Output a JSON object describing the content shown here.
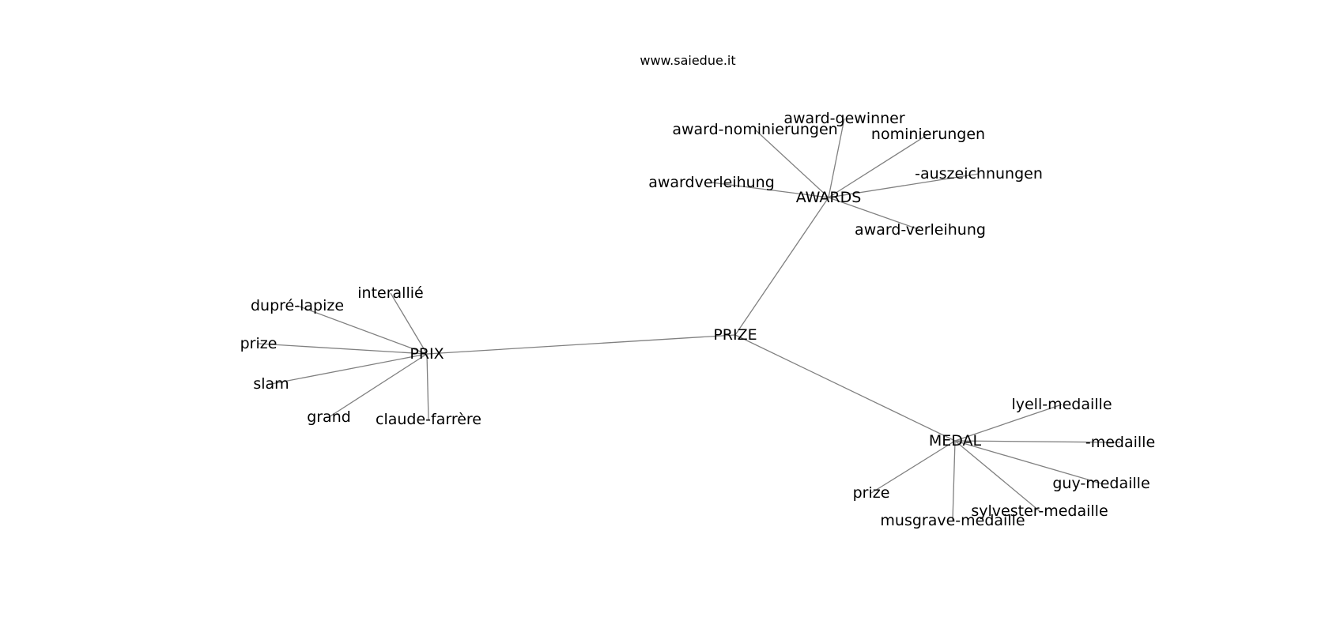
{
  "watermark": "www.saiedue.it",
  "colors": {
    "edge": "#808080",
    "text": "#000000",
    "background": "#ffffff"
  },
  "graph": {
    "nodes": [
      {
        "id": "prize_root",
        "label": "PRIZE"
      },
      {
        "id": "awards",
        "label": "AWARDS"
      },
      {
        "id": "prix",
        "label": "PRIX"
      },
      {
        "id": "medal",
        "label": "MEDAL"
      },
      {
        "id": "award_gewinner",
        "label": "award-gewinner"
      },
      {
        "id": "award_nominierungen",
        "label": "award-nominierungen"
      },
      {
        "id": "nominierungen",
        "label": "nominierungen"
      },
      {
        "id": "auszeichnungen",
        "label": "-auszeichnungen"
      },
      {
        "id": "awardverleihung",
        "label": "awardverleihung"
      },
      {
        "id": "award_verleihung",
        "label": "award-verleihung"
      },
      {
        "id": "interallie",
        "label": "interallié"
      },
      {
        "id": "dupre_lapize",
        "label": "dupré-lapize"
      },
      {
        "id": "prix_prize",
        "label": "prize"
      },
      {
        "id": "slam",
        "label": "slam"
      },
      {
        "id": "grand",
        "label": "grand"
      },
      {
        "id": "claude_farrere",
        "label": "claude-farrère"
      },
      {
        "id": "lyell_medaille",
        "label": "lyell-medaille"
      },
      {
        "id": "medaille",
        "label": "-medaille"
      },
      {
        "id": "guy_medaille",
        "label": "guy-medaille"
      },
      {
        "id": "sylvester_medaille",
        "label": "sylvester-medaille"
      },
      {
        "id": "musgrave_medaille",
        "label": "musgrave-medaille"
      },
      {
        "id": "medal_prize",
        "label": "prize"
      }
    ],
    "edges": [
      [
        "prize_root",
        "awards"
      ],
      [
        "prize_root",
        "prix"
      ],
      [
        "prize_root",
        "medal"
      ],
      [
        "awards",
        "award_gewinner"
      ],
      [
        "awards",
        "award_nominierungen"
      ],
      [
        "awards",
        "nominierungen"
      ],
      [
        "awards",
        "auszeichnungen"
      ],
      [
        "awards",
        "awardverleihung"
      ],
      [
        "awards",
        "award_verleihung"
      ],
      [
        "prix",
        "interallie"
      ],
      [
        "prix",
        "dupre_lapize"
      ],
      [
        "prix",
        "prix_prize"
      ],
      [
        "prix",
        "slam"
      ],
      [
        "prix",
        "grand"
      ],
      [
        "prix",
        "claude_farrere"
      ],
      [
        "medal",
        "lyell_medaille"
      ],
      [
        "medal",
        "medaille"
      ],
      [
        "medal",
        "guy_medaille"
      ],
      [
        "medal",
        "sylvester_medaille"
      ],
      [
        "medal",
        "musgrave_medaille"
      ],
      [
        "medal",
        "medal_prize"
      ]
    ]
  }
}
